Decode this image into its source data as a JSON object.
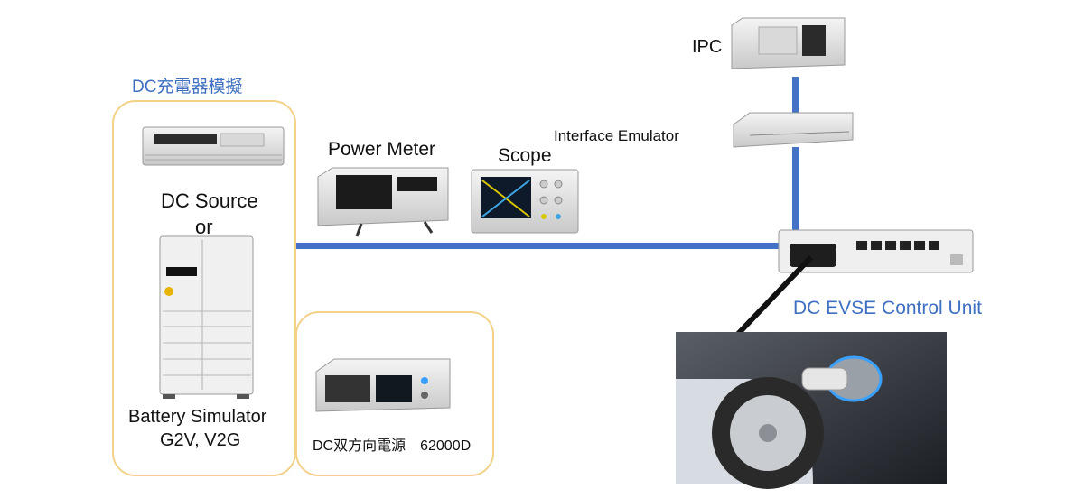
{
  "labels": {
    "dc_charger_sim": "DC充電器模擬",
    "dc_source": "DC Source",
    "or": "or",
    "battery_simulator": "Battery Simulator",
    "g2v_v2g": "G2V, V2G",
    "power_meter": "Power Meter",
    "scope": "Scope",
    "interface_emulator": "Interface Emulator",
    "ipc": "IPC",
    "dc_evse_control_unit": "DC EVSE Control Unit",
    "dc_bidirectional_supply": "DC双方向電源　62000D"
  },
  "colors": {
    "bus_line": "#4472c4",
    "group_border": "#f2d288",
    "accent_label": "#3e6fc0"
  }
}
